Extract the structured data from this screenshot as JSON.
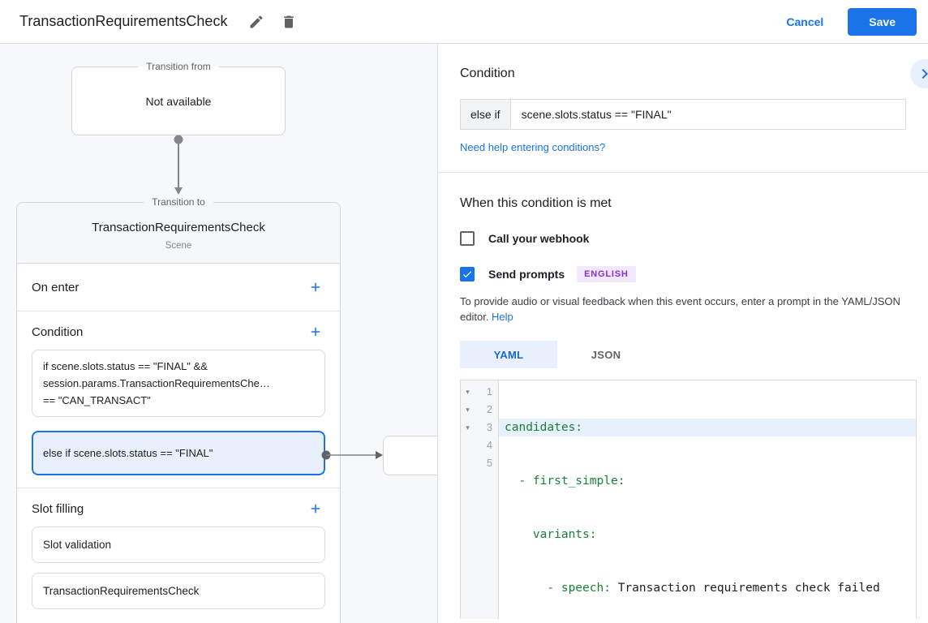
{
  "header": {
    "title": "TransactionRequirementsCheck",
    "cancel_label": "Cancel",
    "save_label": "Save"
  },
  "canvas": {
    "transition_from": {
      "label": "Transition from",
      "content": "Not available"
    },
    "scene_card": {
      "label": "Transition to",
      "title": "TransactionRequirementsCheck",
      "subtitle": "Scene",
      "on_enter_label": "On enter",
      "condition_label": "Condition",
      "condition_boxes": [
        {
          "line1": "if scene.slots.status == \"FINAL\" &&",
          "line2": "session.params.TransactionRequirementsChe…",
          "line3": "== \"CAN_TRANSACT\""
        },
        {
          "line1": "else if scene.slots.status == \"FINAL\""
        }
      ],
      "slot_filling_label": "Slot filling",
      "slot_items": [
        "Slot validation",
        "TransactionRequirementsCheck"
      ]
    }
  },
  "panel": {
    "title": "Condition",
    "condition_prefix": "else if",
    "condition_value": "scene.slots.status == \"FINAL\"",
    "help_link": "Need help entering conditions?",
    "when_met": {
      "title": "When this condition is met",
      "webhook": {
        "label": "Call your webhook",
        "checked": false
      },
      "prompts": {
        "label": "Send prompts",
        "checked": true,
        "badge": "ENGLISH"
      },
      "description": "To provide audio or visual feedback when this event occurs, enter a prompt in the YAML/JSON editor.",
      "help_label": "Help"
    },
    "tabs": [
      {
        "label": "YAML",
        "active": true
      },
      {
        "label": "JSON",
        "active": false
      }
    ],
    "editor": {
      "lines": [
        {
          "num": "1",
          "fold": "▾",
          "key": "candidates:",
          "value": ""
        },
        {
          "num": "2",
          "fold": "▾",
          "key": "  - first_simple:",
          "value": ""
        },
        {
          "num": "3",
          "fold": "▾",
          "key": "    variants:",
          "value": ""
        },
        {
          "num": "4",
          "fold": "",
          "key": "      - speech: ",
          "value": "Transaction requirements check failed"
        },
        {
          "num": "5",
          "fold": "",
          "key": "",
          "value": ""
        }
      ]
    }
  },
  "icons": {
    "edit": "pencil-icon",
    "delete": "trash-icon",
    "add": "plus-icon",
    "collapse": "chevron-right-icon",
    "checked": "check-icon",
    "fold": "fold-arrow-icon"
  },
  "colors": {
    "accent_blue": "#1a73e8",
    "selected_bg": "#e8f0fe",
    "yaml_key_green": "#188038",
    "badge_purple": "#8430ce",
    "badge_bg": "#f3e8fd",
    "border_gray": "#dadce0",
    "text_gray": "#5f6368",
    "canvas_bg": "#f7f8f9"
  }
}
